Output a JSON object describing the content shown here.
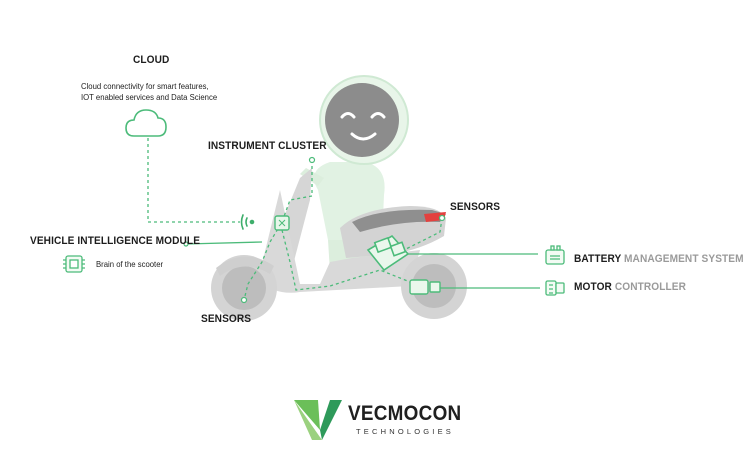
{
  "cloud": {
    "title": "CLOUD",
    "description_line1": "Cloud connectivity for smart features,",
    "description_line2": "IOT enabled services and Data Science"
  },
  "instrument_cluster": {
    "label": "INSTRUMENT CLUSTER"
  },
  "sensors_top": {
    "label": "SENSORS"
  },
  "sensors_bottom": {
    "label": "SENSORS"
  },
  "vim": {
    "title": "VEHICLE INTELLIGENCE MODULE",
    "subtitle": "Brain of the scooter"
  },
  "bms": {
    "strong": "BATTERY",
    "light": "MANAGEMENT SYSTEM"
  },
  "motor": {
    "strong": "MOTOR",
    "light": "CONTROLLER"
  },
  "brand": {
    "name": "VECMOCON",
    "tagline": "TECHNOLOGIES"
  },
  "colors": {
    "accent_green": "#4cbb7a",
    "logo_green": "#2e9a5a",
    "scooter_gray": "#d9d9d9",
    "rider_green": "#dff1e1",
    "helmet_visor": "#8a8a8a",
    "tail_light": "#e3413f"
  },
  "icons": [
    "cloud-icon",
    "wifi-icon",
    "chip-icon",
    "battery-icon",
    "motor-controller-icon",
    "vecmocon-logo-icon"
  ]
}
